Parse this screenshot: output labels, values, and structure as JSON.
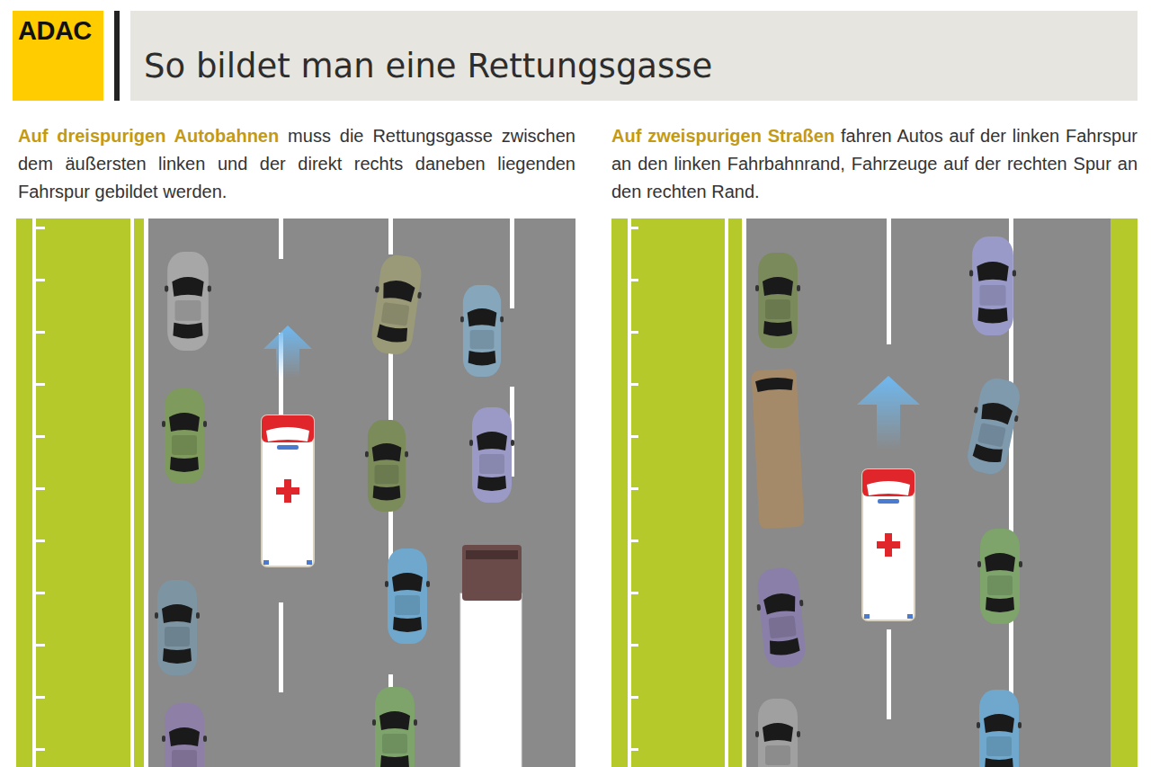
{
  "diagram": {
    "title": "So bildet man eine Rettungsgasse",
    "nodes": [
      {
        "text": [
          "ADAC"
        ]
      }
    ],
    "labels": [
      "Auf dreispurigen Autobahnen",
      "muss die Rettungsgasse zwischen dem äußersten linken und der direkt rechts daneben liegenden Fahrspur gebildet werden.",
      "Auf zweispurigen Straßen",
      "fahren Autos auf der linken Fahrspur an den linken Fahrbahnrand, Fahrzeuge auf der rechten Spur an den rechten Rand."
    ]
  }
}
